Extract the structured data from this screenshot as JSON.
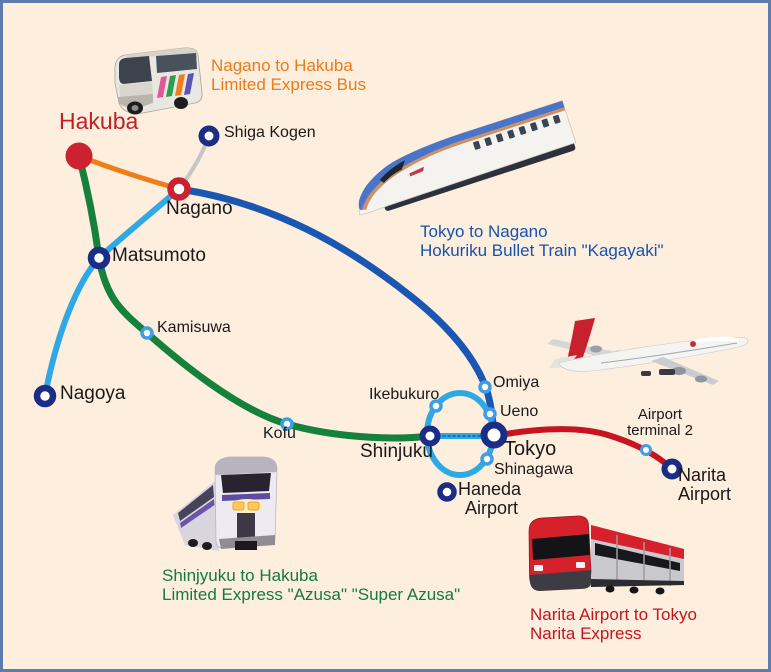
{
  "palette": {
    "background": "#fdeedd",
    "frame_border": "#5d7bae",
    "line_green": "#15813d",
    "line_dark_blue": "#1a57b2",
    "line_cyan": "#2fa9e4",
    "line_red": "#c81420",
    "line_orange": "#ef7d1a",
    "line_gray": "#c6c6c6",
    "ring_navy": "#1c2d86",
    "ring_light_blue": "#3f9de5",
    "ring_red": "#cc2130",
    "station_red": "#cc2130",
    "label_black": "#1a1a1a",
    "label_hakuba_red": "#c22027",
    "legend_orange": "#ee7a18",
    "legend_blue": "#1553ae",
    "legend_green": "#157a3e",
    "legend_red": "#c41424"
  },
  "stations": {
    "hakuba": "Hakuba",
    "shiga_kogen": "Shiga Kogen",
    "nagano": "Nagano",
    "matsumoto": "Matsumoto",
    "kamisuwa": "Kamisuwa",
    "nagoya": "Nagoya",
    "kofu": "Kofu",
    "shinjuku": "Shinjuku",
    "ikebukuro": "Ikebukuro",
    "omiya": "Omiya",
    "ueno": "Ueno",
    "tokyo": "Tokyo",
    "shinagawa": "Shinagawa",
    "haneda": {
      "line1": "Haneda",
      "line2": "Airport"
    },
    "terminal2": {
      "line1": "Airport",
      "line2": "terminal 2"
    },
    "narita": {
      "line1": "Narita",
      "line2": "Airport"
    }
  },
  "legends": {
    "bus": {
      "line1": "Nagano to Hakuba",
      "line2": "Limited Express Bus"
    },
    "kagayaki": {
      "line1": "Tokyo to Nagano",
      "line2": "Hokuriku Bullet Train \"Kagayaki\""
    },
    "azusa": {
      "line1": "Shinjyuku to Hakuba",
      "line2": "Limited Express \"Azusa\" \"Super Azusa\""
    },
    "nex": {
      "line1": "Narita Airport to Tokyo",
      "line2": "Narita Express"
    }
  },
  "vehicles": {
    "bus": "limited-express-bus-photo",
    "shinkansen": "hokuriku-shinkansen-e7-photo",
    "airplane": "jal-747-airplane-photo",
    "azusa": "azusa-limited-express-photo",
    "nex": "narita-express-train-photo"
  }
}
